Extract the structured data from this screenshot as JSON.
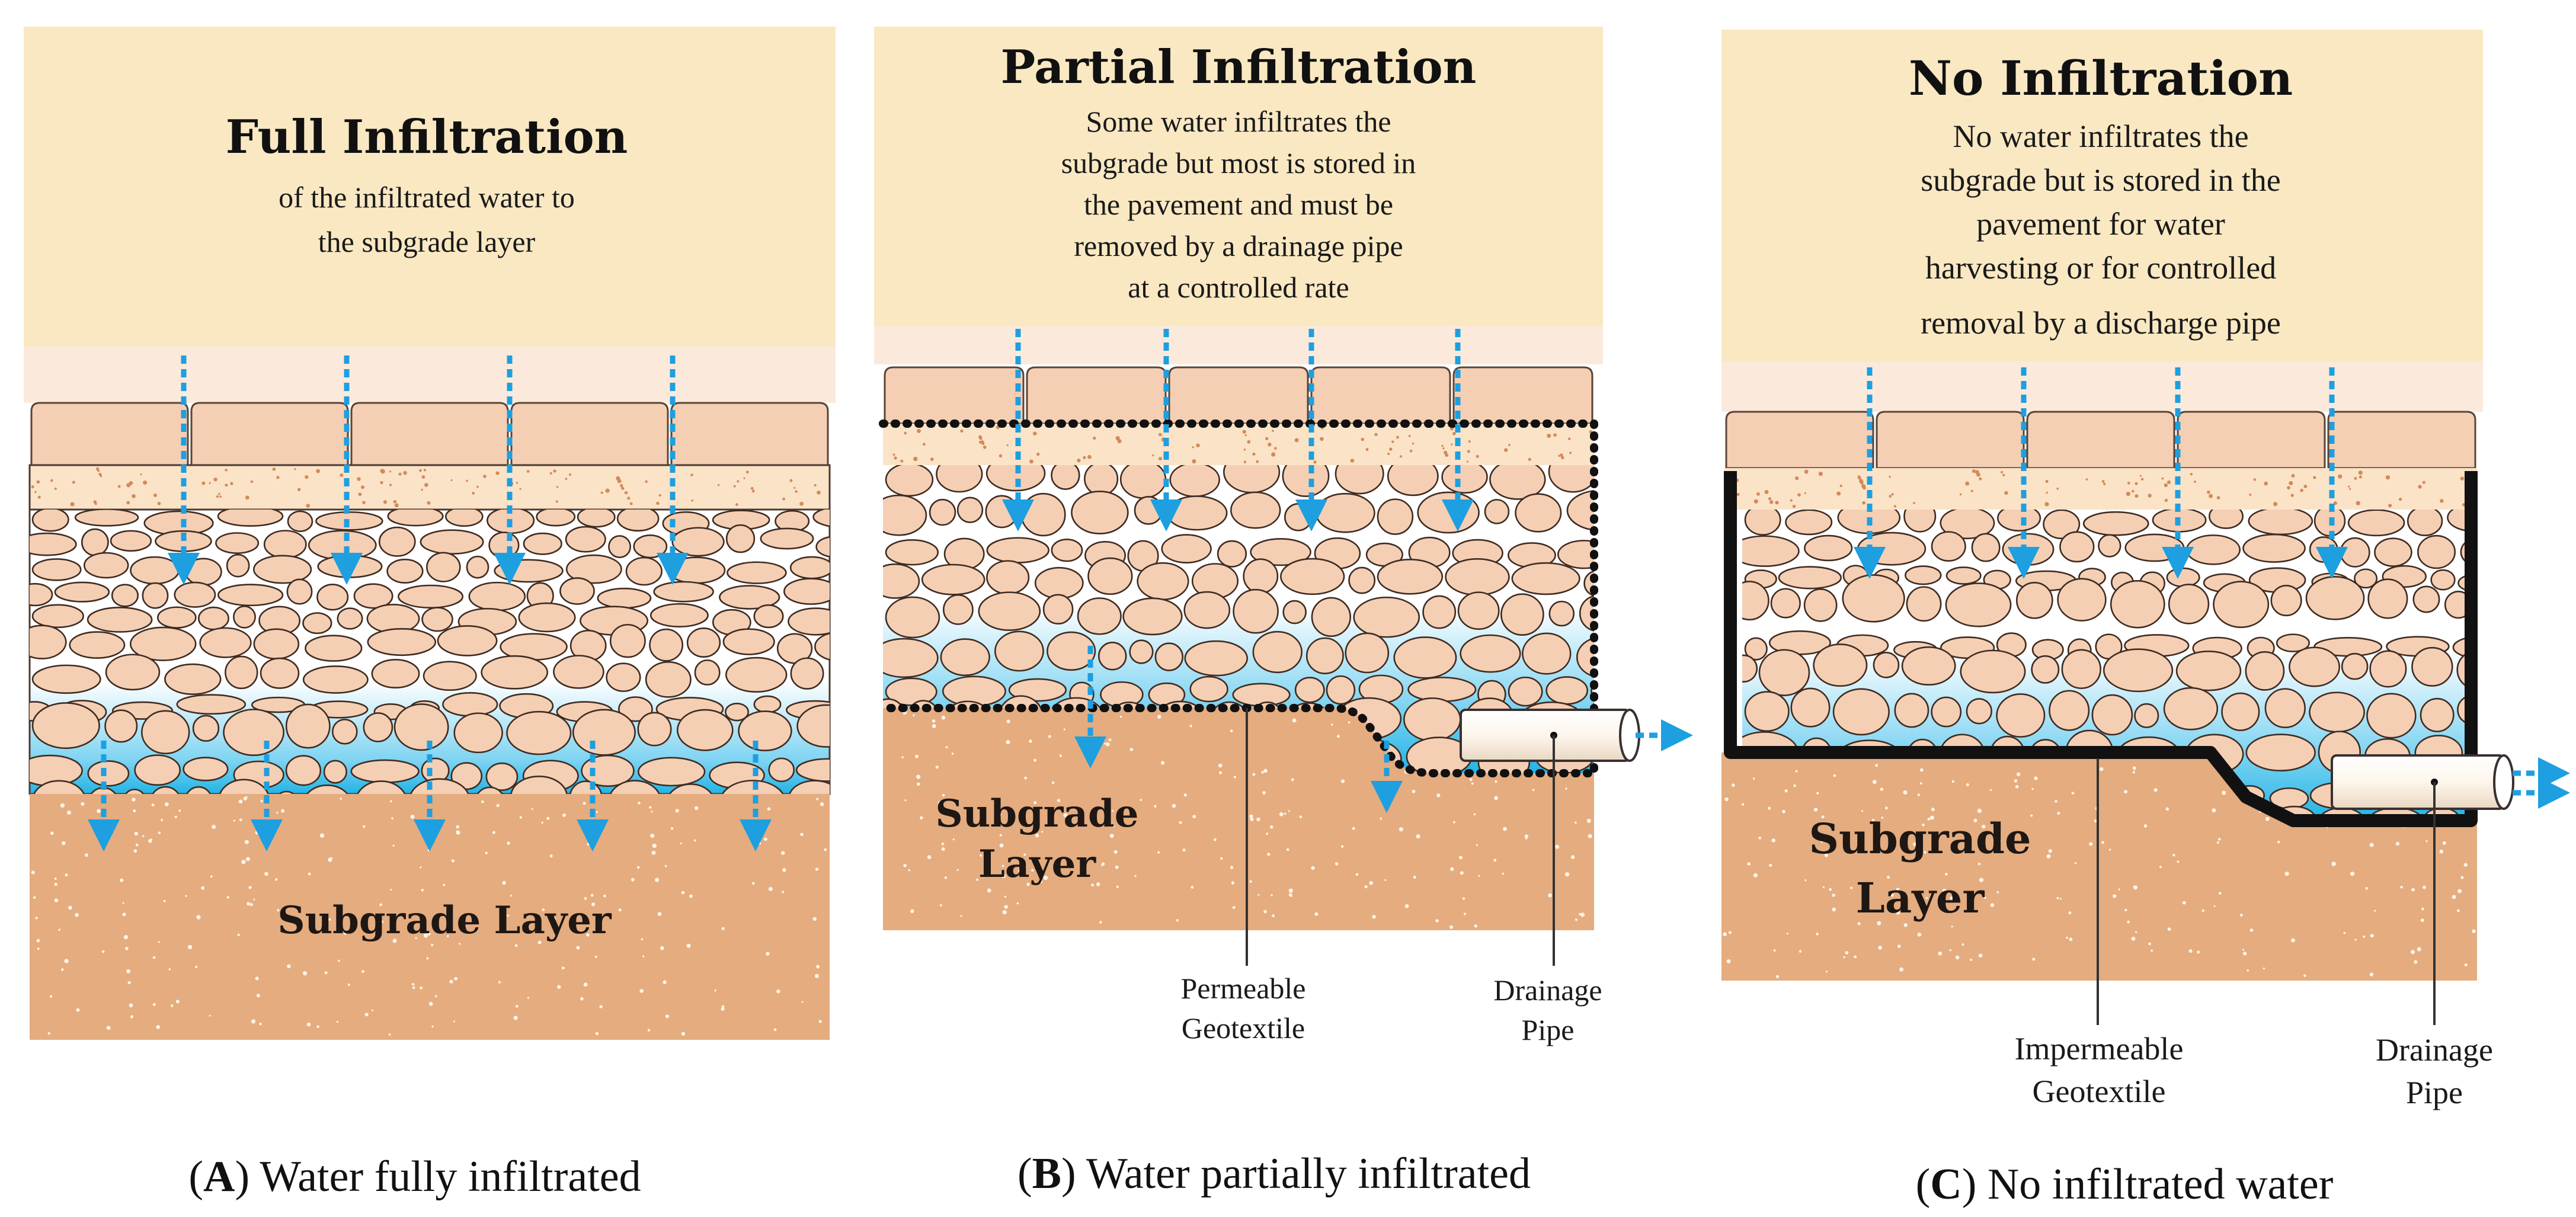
{
  "panels": [
    {
      "id": "A",
      "title": "Full Infiltration",
      "description": [
        "of the infiltrated water to",
        "the subgrade layer"
      ],
      "subgrade_label": [
        "Subgrade Layer"
      ],
      "caption": {
        "letter": "A",
        "text": "Water fully infiltrated"
      }
    },
    {
      "id": "B",
      "title": "Partial Infiltration",
      "description": [
        "Some water infiltrates the",
        "subgrade but most is stored in",
        "the pavement and must be",
        "removed by a drainage pipe",
        "at a controlled rate"
      ],
      "subgrade_label": [
        "Subgrade",
        "Layer"
      ],
      "geotextile_label": [
        "Permeable",
        "Geotextile"
      ],
      "pipe_label": [
        "Drainage",
        "Pipe"
      ],
      "caption": {
        "letter": "B",
        "text": "Water partially infiltrated"
      }
    },
    {
      "id": "C",
      "title": "No Infiltration",
      "description": [
        "No water infiltrates the",
        "subgrade but is stored in the",
        "pavement for water",
        "harvesting or for controlled",
        "removal by a discharge pipe"
      ],
      "subgrade_label": [
        "Subgrade",
        "Layer"
      ],
      "geotextile_label": [
        "Impermeable",
        "Geotextile"
      ],
      "pipe_label": [
        "Drainage",
        "Pipe"
      ],
      "caption": {
        "letter": "C",
        "text": "No infiltrated water"
      }
    }
  ],
  "colors": {
    "sky": "#f9e8c2",
    "haze": "#fbeadb",
    "paver": "#f5cfb4",
    "bedding": "#fbe3c7",
    "stone": "#f5cfb4",
    "subgrade": "#e4ac7f",
    "water": "#22b4e6",
    "arrow": "#1d9fe0",
    "membrane": "#111111"
  }
}
